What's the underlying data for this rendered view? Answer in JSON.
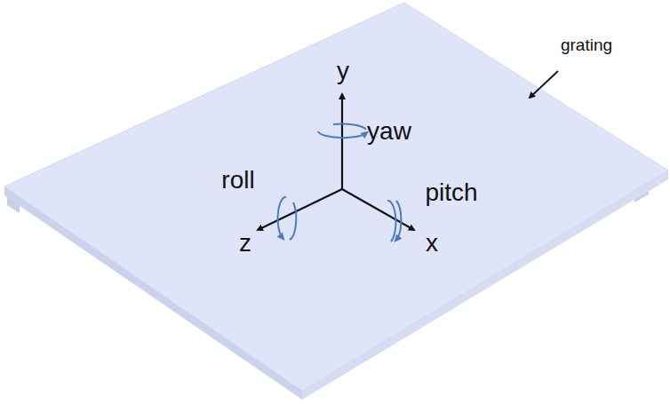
{
  "diagram": {
    "labels": [
      "y",
      "yaw",
      "grating",
      "roll",
      "pitch",
      "z",
      "x"
    ]
  }
}
